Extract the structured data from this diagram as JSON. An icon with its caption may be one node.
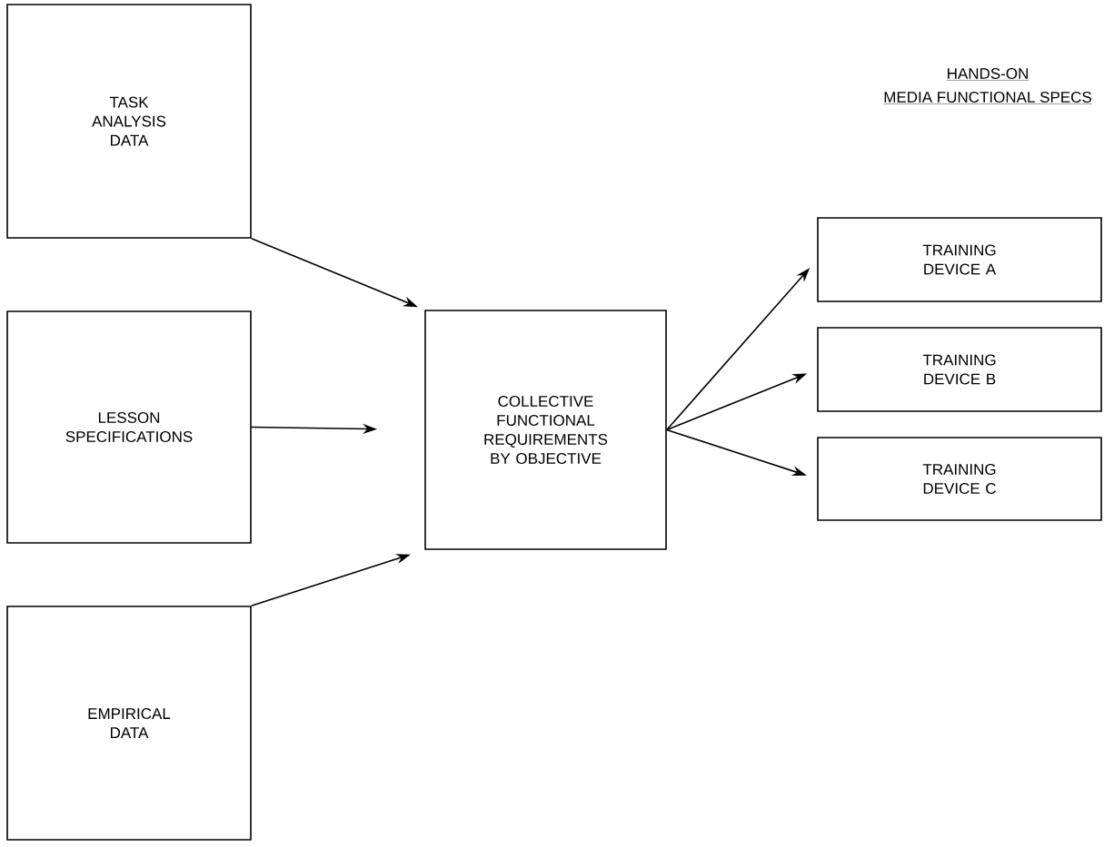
{
  "diagram": {
    "nodes": [
      {
        "text": [
          "TASK ANALYSIS DATA"
        ]
      },
      {
        "text": [
          "LESSON SPECIFICATIONS"
        ]
      },
      {
        "text": [
          "EMPIRICAL DATA"
        ]
      },
      {
        "text": [
          "COLLECTIVE FUNCTIONAL REQUIREMENTS BY OBJECTIVE"
        ]
      },
      {
        "text": [
          "TRAINING DEVICE A"
        ]
      },
      {
        "text": [
          "TRAINING DEVICE B"
        ]
      },
      {
        "text": [
          "TRAINING DEVICE C"
        ]
      }
    ],
    "edges": [
      {
        "from": 0,
        "to": 3,
        "arrow": "to"
      },
      {
        "from": 1,
        "to": 3,
        "arrow": "to"
      },
      {
        "from": 2,
        "to": 3,
        "arrow": "to"
      },
      {
        "from": 3,
        "to": 4,
        "arrow": "to"
      },
      {
        "from": 3,
        "to": 5,
        "arrow": "to"
      },
      {
        "from": 3,
        "to": 6,
        "arrow": "to"
      }
    ],
    "labels": [
      "HANDS-ON",
      "MEDIA FUNCTIONAL SPECS"
    ]
  }
}
